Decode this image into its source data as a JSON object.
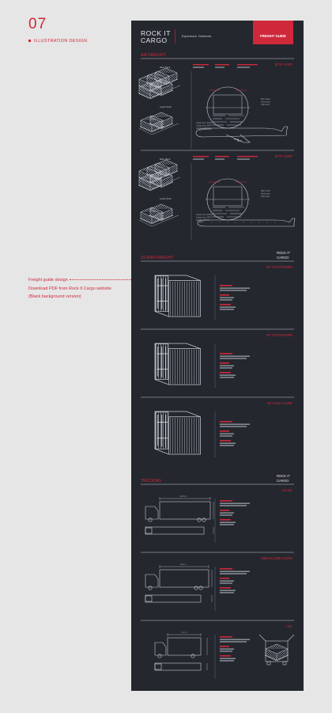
{
  "page": {
    "number": "07",
    "category": "ILLUSTRATION DESIGN",
    "note": [
      "Freight guide design",
      "Download PDF from Rock It Cargo website",
      "(Black background version)"
    ]
  },
  "poster": {
    "brand_line1": "ROCK IT",
    "brand_line2": "CARGO",
    "tagline": "Experience. Delivered.",
    "badge": "FREIGHT GUIDE",
    "sections": {
      "air": "AIR FREIGHT",
      "ocean": "OCEAN FREIGHT",
      "trucking": "TRUCKING"
    },
    "air_items": [
      {
        "name": "B747-400F",
        "main_deck": "Main Deck",
        "lower_deck": "Lower Deck"
      },
      {
        "name": "B777-200F",
        "main_deck": "Main Deck",
        "lower_deck": "Lower Deck"
      }
    ],
    "ocean_items": [
      "20' CONTAINER",
      "40' CONTAINER",
      "40' HIGH CUBE"
    ],
    "truck_items": [
      "US 53'",
      "MEGACUBE EURO",
      "7.5T"
    ]
  },
  "colors": {
    "accent": "#d0283b",
    "poster_bg": "#24272e",
    "page_bg": "#e6e6e6",
    "line": "#c8ccd3"
  }
}
